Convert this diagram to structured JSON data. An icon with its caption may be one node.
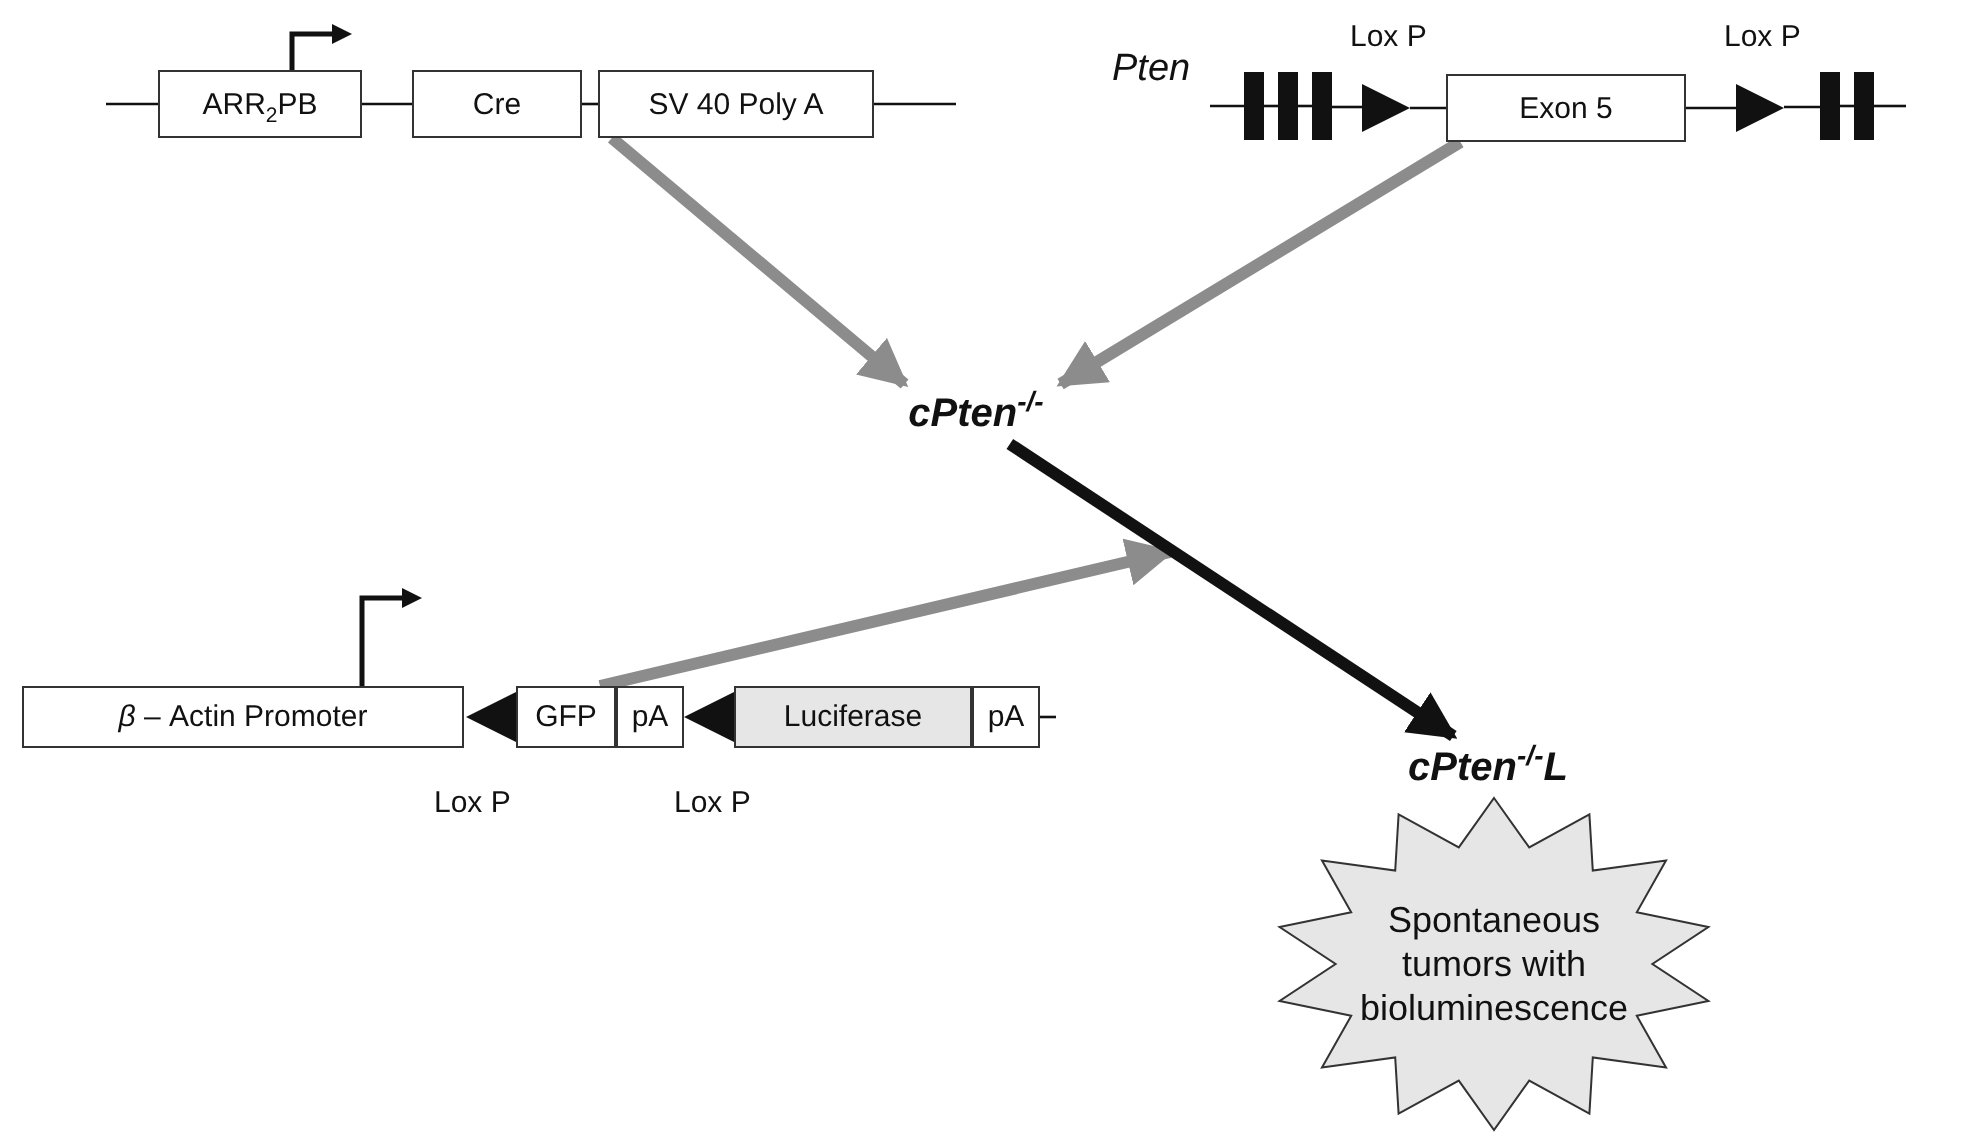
{
  "diagram": {
    "nodes": [
      {
        "text": [
          "ARR$_{2}$PB"
        ]
      },
      {
        "text": [
          "Cre"
        ]
      },
      {
        "text": [
          "SV 40 Poly A"
        ]
      },
      {
        "text": [],
        "shape": "bar"
      },
      {
        "text": [],
        "shape": "bar"
      },
      {
        "text": [],
        "shape": "bar"
      },
      {
        "text": [],
        "shape": "triangle",
        "beside": [
          "Lox P"
        ]
      },
      {
        "text": [
          "Exon 5"
        ]
      },
      {
        "text": [],
        "shape": "triangle",
        "beside": [
          "Lox P"
        ]
      },
      {
        "text": [],
        "shape": "bar"
      },
      {
        "text": [],
        "shape": "bar"
      },
      {
        "text": [
          "cPten$^{-/-}$"
        ]
      },
      {
        "text": [
          "*β* – Actin Promoter"
        ]
      },
      {
        "text": [],
        "shape": "triangle",
        "beside": [
          "Lox P"
        ]
      },
      {
        "text": [
          "GFP"
        ]
      },
      {
        "text": [
          "pA"
        ]
      },
      {
        "text": [],
        "shape": "triangle",
        "beside": [
          "Lox P"
        ]
      },
      {
        "text": [
          "Luciferase"
        ]
      },
      {
        "text": [
          "pA"
        ]
      },
      {
        "text": [
          "cPten$^{-/-}$L"
        ]
      },
      {
        "text": [
          "Spontaneous tumors with bioluminescence"
        ]
      }
    ],
    "edges": [
      {
        "from": null,
        "to": 0,
        "arrow": "none"
      },
      {
        "from": 0,
        "to": 1,
        "arrow": "none"
      },
      {
        "from": 1,
        "to": 2,
        "arrow": "none"
      },
      {
        "from": 2,
        "to": null,
        "arrow": "none"
      },
      {
        "from": null,
        "to": 3,
        "arrow": "none"
      },
      {
        "from": 3,
        "to": 4,
        "arrow": "none"
      },
      {
        "from": 4,
        "to": 5,
        "arrow": "none"
      },
      {
        "from": 5,
        "to": 6,
        "arrow": "none"
      },
      {
        "from": 6,
        "to": 7,
        "arrow": "none"
      },
      {
        "from": 7,
        "to": 8,
        "arrow": "none"
      },
      {
        "from": 8,
        "to": 9,
        "arrow": "none"
      },
      {
        "from": 9,
        "to": 10,
        "arrow": "none"
      },
      {
        "from": 10,
        "to": null,
        "arrow": "none"
      },
      {
        "from": 18,
        "to": null,
        "arrow": "none"
      },
      {
        "from": 2,
        "to": 11,
        "arrow": "to",
        "style": "thick",
        "color": "#8c8c8c"
      },
      {
        "from": 7,
        "to": 11,
        "arrow": "to",
        "style": "thick",
        "color": "#8c8c8c"
      },
      {
        "from": 14,
        "to": null,
        "arrow": "to",
        "style": "thick",
        "color": "#8c8c8c"
      },
      {
        "from": 11,
        "to": 19,
        "arrow": "to",
        "style": "thick",
        "color": "#111111"
      }
    ],
    "labels": [
      "Pten"
    ]
  }
}
